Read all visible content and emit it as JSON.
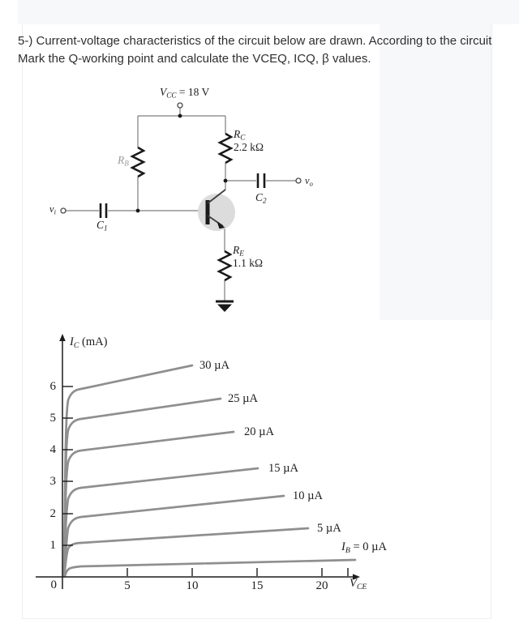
{
  "question": {
    "text": "5-) Current-voltage characteristics of the circuit below are drawn. According to the circuit Mark the Q-working point and calculate the VCEQ, ICQ, β values."
  },
  "circuit": {
    "vcc": {
      "sym": "V",
      "sub": "CC",
      "rest": " = 18 V"
    },
    "rb": {
      "sym": "R",
      "sub": "B"
    },
    "rc": {
      "sym": "R",
      "sub": "C",
      "value": "2.2 kΩ"
    },
    "re": {
      "sym": "R",
      "sub": "E",
      "value": "1.1 kΩ"
    },
    "c1": {
      "sym": "C",
      "sub": "1"
    },
    "c2": {
      "sym": "C",
      "sub": "2"
    },
    "vi": {
      "sym": "v",
      "sub": "i"
    },
    "vo": {
      "sym": "v",
      "sub": "o"
    }
  },
  "graph": {
    "ylabel": {
      "sym": "I",
      "sub": "C",
      "rest": " (mA)"
    },
    "xlabel": {
      "sym": "V",
      "sub": "CE"
    },
    "origin_label": "0",
    "y_tick_labels": [
      "6",
      "5",
      "4",
      "3",
      "2",
      "1"
    ],
    "x_tick_labels": [
      "5",
      "10",
      "15",
      "20"
    ],
    "ib0_label": {
      "sym": "I",
      "sub": "B",
      "rest": " = 0 µA"
    }
  },
  "chart_data": {
    "type": "line",
    "title": "",
    "xlabel": "VCE (V)",
    "ylabel": "IC (mA)",
    "xlim": [
      0,
      23
    ],
    "ylim": [
      0,
      7.4
    ],
    "x_ticks": [
      0,
      5,
      10,
      15,
      20
    ],
    "y_ticks": [
      0,
      1,
      2,
      3,
      4,
      5,
      6
    ],
    "grid": false,
    "legend_position": "labels at end of each curve",
    "series": [
      {
        "label": "30 µA",
        "ib_uA": 30,
        "points": [
          [
            0,
            0
          ],
          [
            0.5,
            4.6
          ],
          [
            1.0,
            5.6
          ],
          [
            1.5,
            5.9
          ],
          [
            10.0,
            6.55
          ]
        ]
      },
      {
        "label": "25 µA",
        "ib_uA": 25,
        "points": [
          [
            0,
            0
          ],
          [
            0.5,
            3.8
          ],
          [
            1.0,
            4.7
          ],
          [
            1.5,
            4.95
          ],
          [
            12.2,
            5.5
          ]
        ]
      },
      {
        "label": "20 µA",
        "ib_uA": 20,
        "points": [
          [
            0,
            0
          ],
          [
            0.5,
            3.0
          ],
          [
            1.0,
            3.7
          ],
          [
            1.5,
            3.95
          ],
          [
            13.2,
            4.5
          ]
        ]
      },
      {
        "label": "15 µA",
        "ib_uA": 15,
        "points": [
          [
            0,
            0
          ],
          [
            0.5,
            2.1
          ],
          [
            1.0,
            2.6
          ],
          [
            1.5,
            2.78
          ],
          [
            15.1,
            3.37
          ]
        ]
      },
      {
        "label": "10 µA",
        "ib_uA": 10,
        "points": [
          [
            0,
            0
          ],
          [
            0.5,
            1.4
          ],
          [
            1.0,
            1.75
          ],
          [
            1.5,
            1.87
          ],
          [
            17.1,
            2.5
          ]
        ]
      },
      {
        "label": "5 µA",
        "ib_uA": 5,
        "points": [
          [
            0,
            0
          ],
          [
            0.5,
            0.8
          ],
          [
            1.0,
            1.0
          ],
          [
            1.5,
            1.06
          ],
          [
            18.9,
            1.5
          ]
        ]
      },
      {
        "label": "IB = 0 µA",
        "ib_uA": 0,
        "points": [
          [
            0,
            0
          ],
          [
            0.5,
            0.22
          ],
          [
            1.0,
            0.3
          ],
          [
            1.5,
            0.33
          ],
          [
            22.5,
            0.52
          ]
        ]
      }
    ],
    "colors": {
      "curve": "#8f8f8f",
      "axis": "#1d1d1f"
    }
  }
}
